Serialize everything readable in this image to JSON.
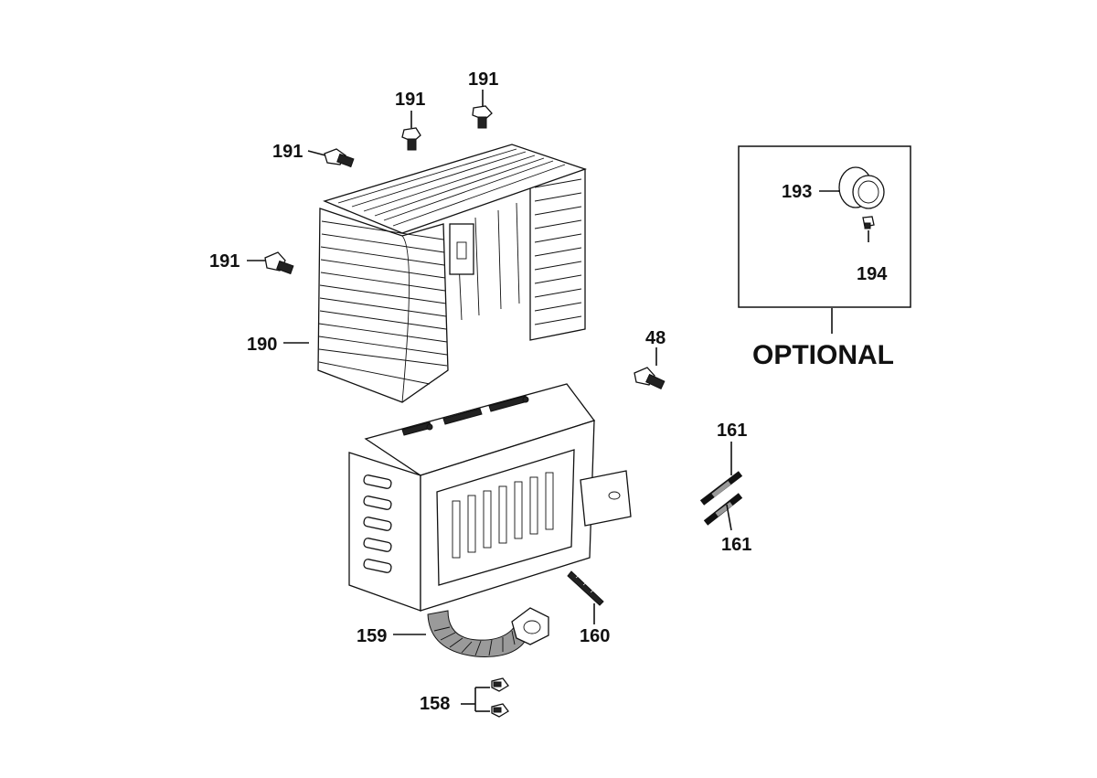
{
  "callouts": {
    "c191_a": "191",
    "c191_b": "191",
    "c191_c": "191",
    "c191_d": "191",
    "c190": "190",
    "c48": "48",
    "c161_a": "161",
    "c161_b": "161",
    "c159": "159",
    "c160": "160",
    "c158": "158",
    "c193": "193",
    "c194": "194"
  },
  "optional_label": "OPTIONAL"
}
